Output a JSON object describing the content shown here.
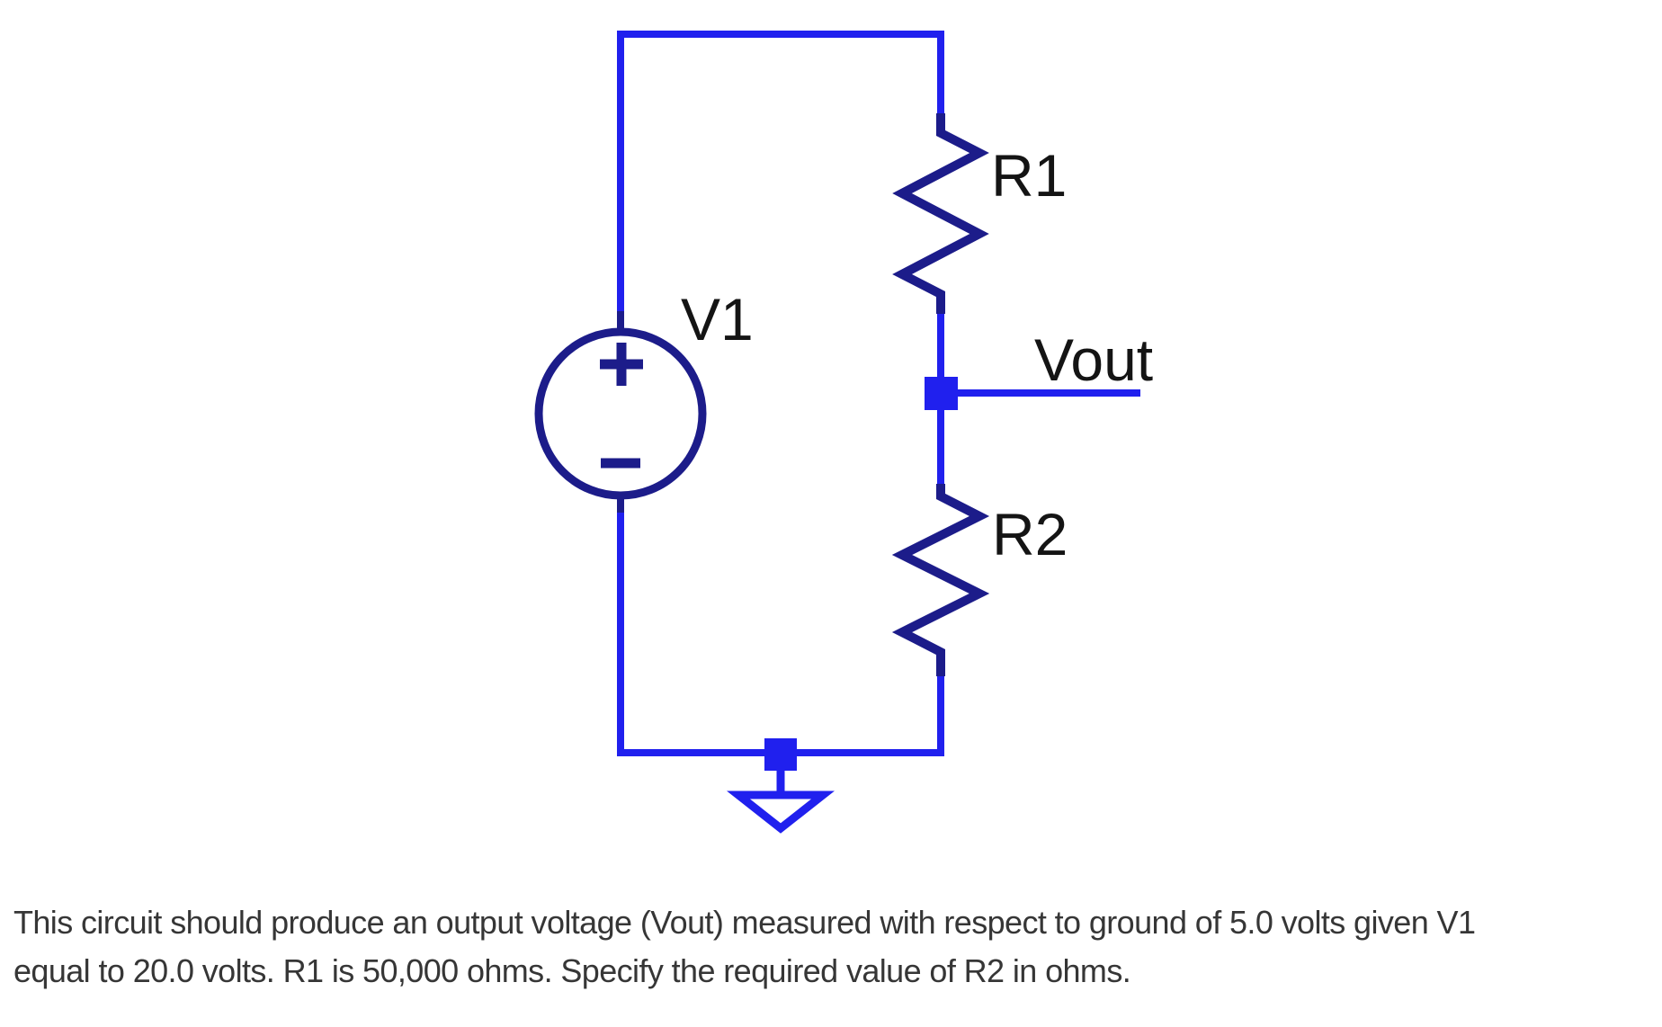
{
  "circuit": {
    "kind": "voltage-divider-schematic",
    "labels": {
      "v1": "V1",
      "r1": "R1",
      "r2": "R2",
      "vout": "Vout"
    },
    "polarity": {
      "plus": "+",
      "minus": "−"
    },
    "colors": {
      "wire": "#2020ee",
      "component": "#1c1c8a",
      "label": "#141414",
      "white": "#ffffff"
    }
  },
  "caption": {
    "line1": "This circuit should produce an output voltage (Vout) measured with respect to ground of 5.0 volts given V1",
    "line2": "equal to 20.0 volts. R1 is 50,000 ohms. Specify the required value of R2 in ohms."
  }
}
